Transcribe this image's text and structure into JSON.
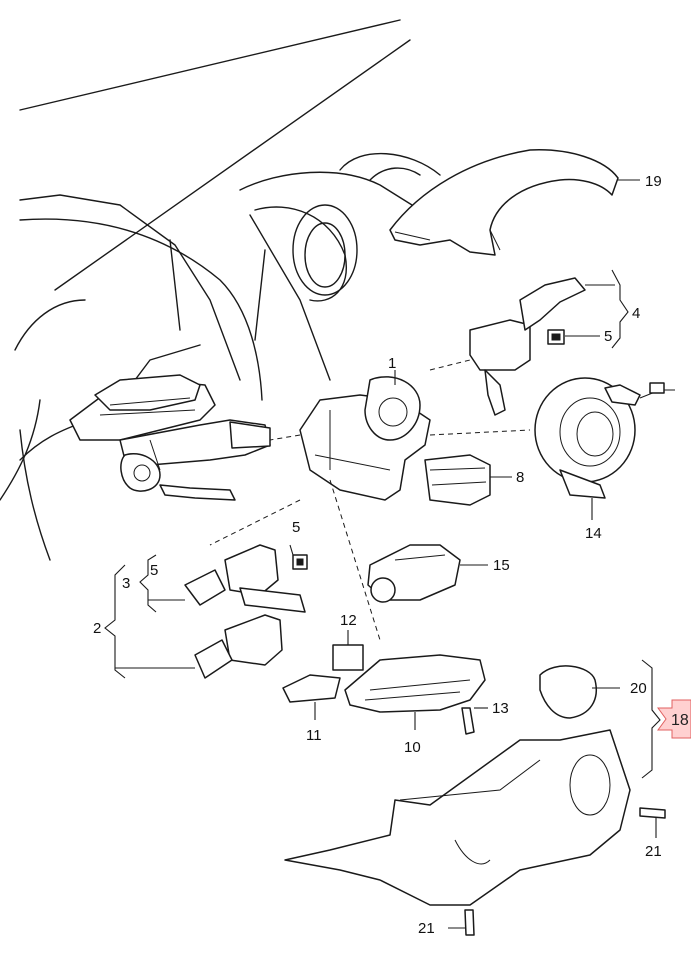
{
  "part_numbers": {
    "p1": "1",
    "p2": "2",
    "p3": "3",
    "p4": "4",
    "p5a": "5",
    "p5b": "5",
    "p5c": "5",
    "p8": "8",
    "p10": "10",
    "p11": "11",
    "p12": "12",
    "p13": "13",
    "p14": "14",
    "p15": "15",
    "p19": "19",
    "p20": "20",
    "p21a": "21",
    "p21b": "21"
  },
  "callout": {
    "label": "18"
  }
}
